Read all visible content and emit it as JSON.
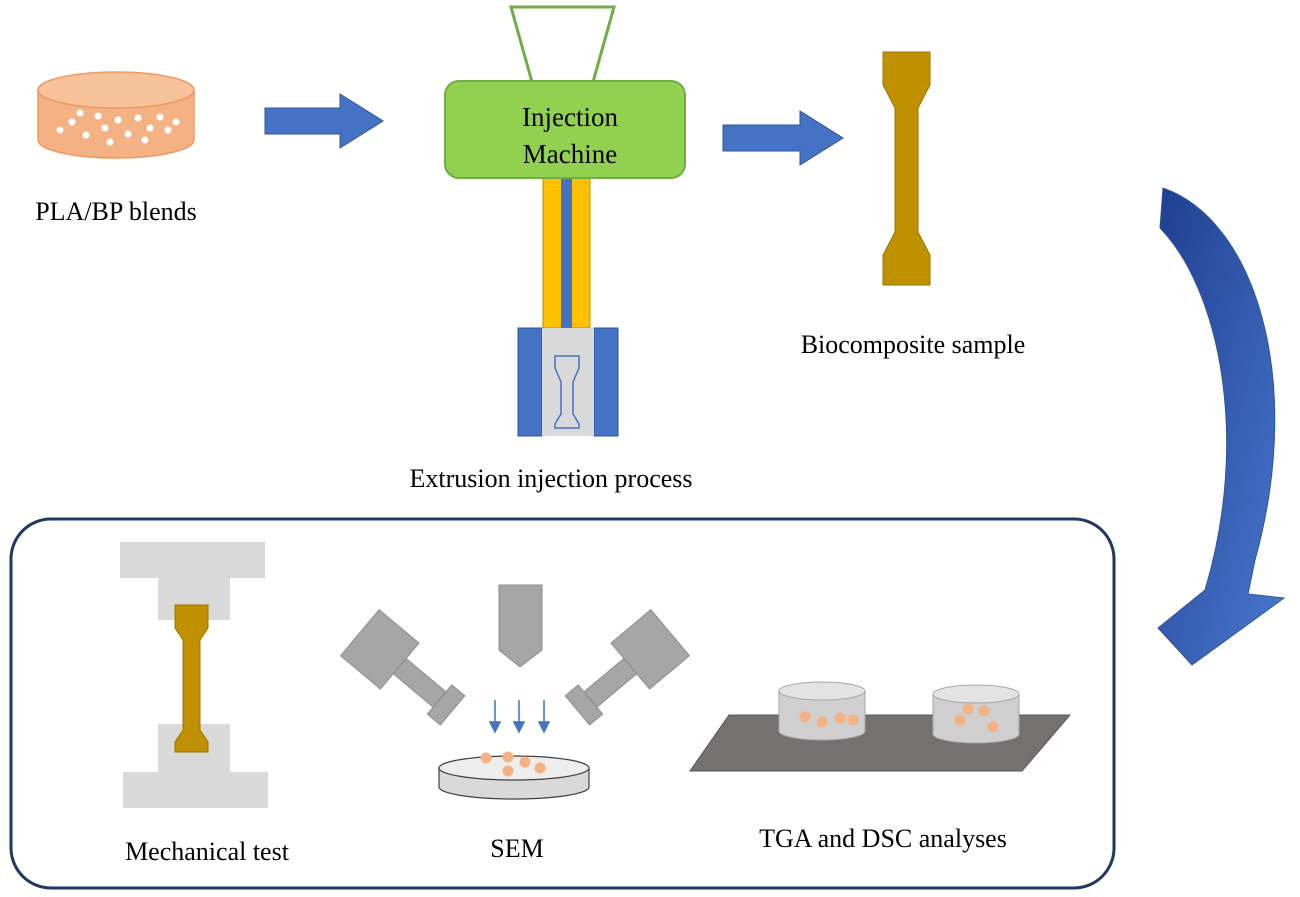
{
  "labels": {
    "pla_bp_blends": "PLA/BP blends",
    "injection_line1": "Injection",
    "injection_line2": "Machine",
    "extrusion_process": "Extrusion injection process",
    "biocomposite_sample": "Biocomposite sample",
    "mechanical_test": "Mechanical test",
    "sem": "SEM",
    "tga_dsc": "TGA and DSC analyses"
  },
  "colors": {
    "arrow_blue": "#4472C4",
    "machine_green": "#92D050",
    "hopper_green": "#70AD47",
    "nozzle_gold": "#FFC000",
    "sample_bronze": "#BF9000",
    "blend_orange": "#F4B183",
    "frame_navy": "#203864",
    "gray": "#A6A6A6",
    "light_gray": "#D9D9D9",
    "plate_gray": "#767171"
  }
}
